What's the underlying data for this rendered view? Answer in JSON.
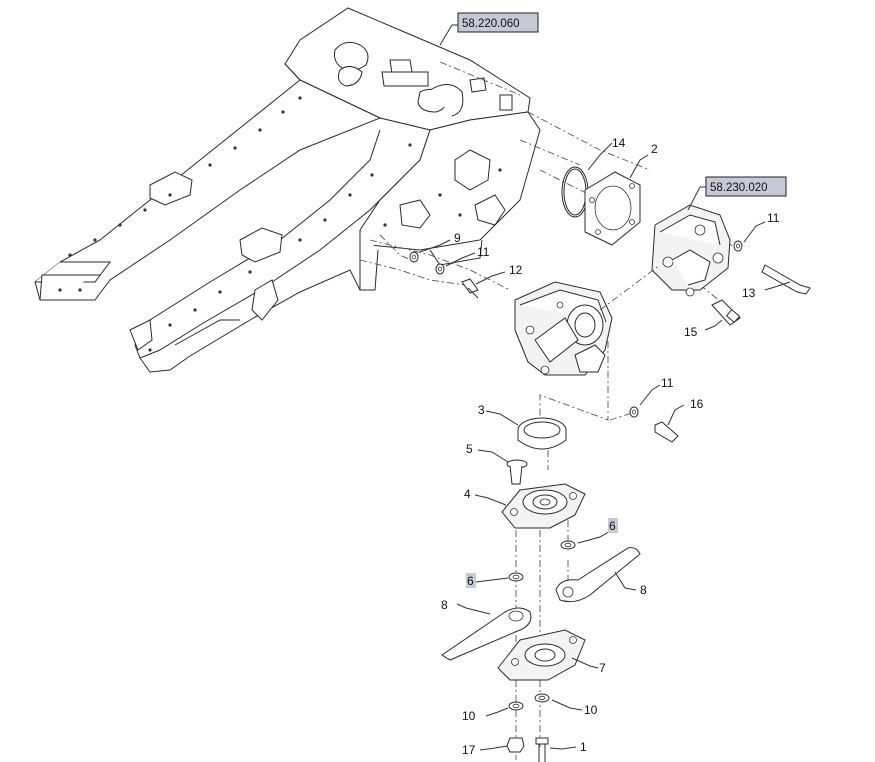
{
  "reference_links": [
    {
      "id": "ref-frame",
      "label": "58.220.060"
    },
    {
      "id": "ref-gearbox",
      "label": "58.230.020"
    }
  ],
  "callouts": {
    "c1": "1",
    "c2": "2",
    "c3": "3",
    "c4": "4",
    "c5": "5",
    "c6a": "6",
    "c6b": "6",
    "c7": "7",
    "c8a": "8",
    "c8b": "8",
    "c9": "9",
    "c10a": "10",
    "c10b": "10",
    "c11a": "11",
    "c11b": "11",
    "c11c": "11",
    "c12": "12",
    "c13": "13",
    "c14": "14",
    "c15": "15",
    "c16": "16",
    "c17": "17"
  },
  "colors": {
    "line": "#2b2b2b",
    "reference_box": "#c5cad6",
    "background": "#ffffff"
  }
}
